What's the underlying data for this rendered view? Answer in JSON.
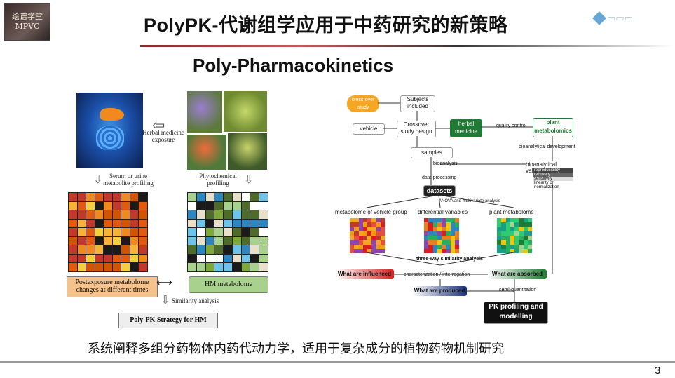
{
  "logo": {
    "line1": "绘谱学堂",
    "line2": "MPVC"
  },
  "title": "PolyPK-代谢组学应用于中药研究的新策略",
  "subtitle": "Poly-Pharmacokinetics",
  "caption": "系统阐释多组分药物体内药代动力学，适用于复杂成分的植物药物机制研究",
  "page_number": "3",
  "left_figure": {
    "herbal_exposure": "Herbal medicine exposure",
    "serum_profiling": "Serum or urine metabolite profiling",
    "phyto_profiling": "Phytochemical profiling",
    "postexposure": "Postexposure metabolome changes at different times",
    "hm_metabolome": "HM metabolome",
    "similarity": "Similarity analysis",
    "strategy": "Poly-PK Strategy for HM"
  },
  "right_figure": {
    "cross_study": "cross-over study",
    "subjects": "Subjects included",
    "vehicle": "vehicle",
    "crossover_design": "Crossover study design",
    "herbal_medicine": "herbal medicine",
    "quality_control": "quality control",
    "plant_metabolomics": "plant metabolomics",
    "samples": "samples",
    "bioanalytical_dev": "bioanalytical development",
    "bioanalysis": "bioanalysis",
    "bioanalytical_validation": "bioanalytical validation",
    "validation_items": [
      "reproducibility",
      "recovery",
      "sensitivity",
      "linearity or normalization"
    ],
    "data_processing": "data processing",
    "datasets": "datasets",
    "anova": "ANOVA and multivariate analysis",
    "vehicle_group": "metabolome of vehicle group",
    "differential": "differential variables",
    "plant_metabolome": "plant metabolome",
    "three_way": "three-way similarity analysis",
    "influenced": "What are influenced",
    "characterization": "characterization / interrogation",
    "absorbed": "What are absorbed",
    "produced": "What are produced",
    "semi_quant": "semi-quantitation",
    "pk": "PK profiling and modelling"
  },
  "colors": {
    "accent_red": "#8a2a2a",
    "hm_green": "#a9d18e",
    "post_orange": "#f5c28b",
    "dark_green": "#1e7a34"
  }
}
